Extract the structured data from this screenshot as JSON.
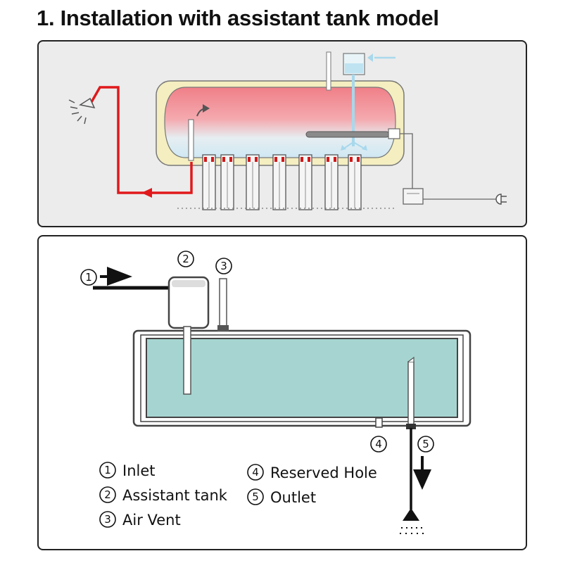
{
  "title": "1. Installation with assistant tank model",
  "markers": {
    "m1": "1",
    "m2": "2",
    "m3": "3",
    "m4": "4",
    "m5": "5"
  },
  "legend": {
    "inlet": "Inlet",
    "assistant_tank": "Assistant tank",
    "air_vent": "Air Vent",
    "reserved_hole": "Reserved Hole",
    "outlet": "Outlet"
  },
  "colors": {
    "hot_pipe": "#e0191c",
    "cold_water": "#a8d8ec",
    "tank_hot": "#f28b92",
    "tank_water": "#a6d5d1",
    "tank_shell": "#f4eec0"
  }
}
